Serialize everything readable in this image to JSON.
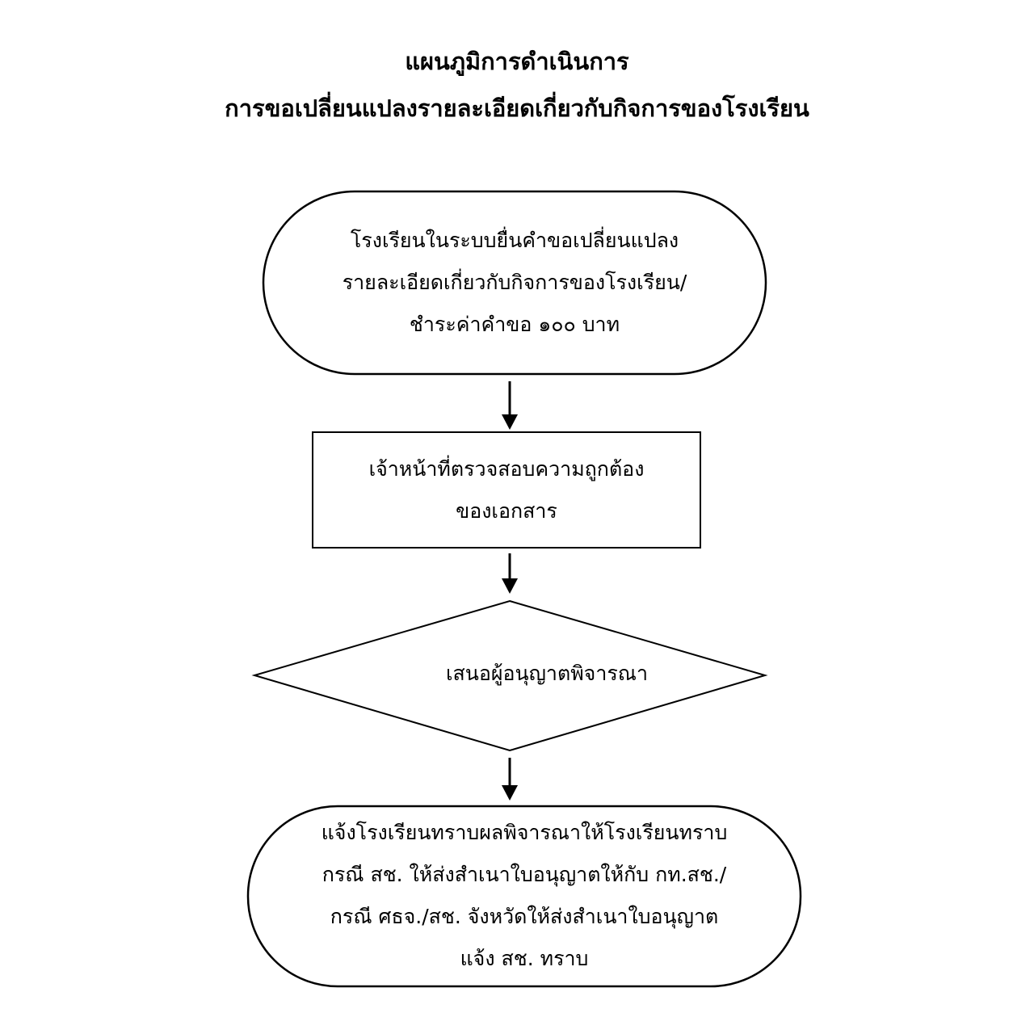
{
  "title": {
    "line1": "แผนภูมิการดำเนินการ",
    "line2": "การขอเปลี่ยนแปลงรายละเอียดเกี่ยวกับกิจการของโรงเรียน"
  },
  "nodes": {
    "start": {
      "lines": [
        "โรงเรียนในระบบยื่นคำขอเปลี่ยนแปลง",
        "รายละเอียดเกี่ยวกับกิจการของโรงเรียน/",
        "ชำระค่าคำขอ ๑๐๐ บาท"
      ]
    },
    "check": {
      "lines": [
        "เจ้าหน้าที่ตรวจสอบความถูกต้อง",
        "ของเอกสาร"
      ]
    },
    "decision": {
      "lines": [
        "เสนอผู้อนุญาตพิจารณา"
      ]
    },
    "end": {
      "lines": [
        "แจ้งโรงเรียนทราบผลพิจารณาให้โรงเรียนทราบ",
        "กรณี สช. ให้ส่งสำเนาใบอนุญาตให้กับ กท.สช./",
        "กรณี ศธจ./สช. จังหวัดให้ส่งสำเนาใบอนุญาต",
        "แจ้ง สช. ทราบ"
      ]
    }
  }
}
